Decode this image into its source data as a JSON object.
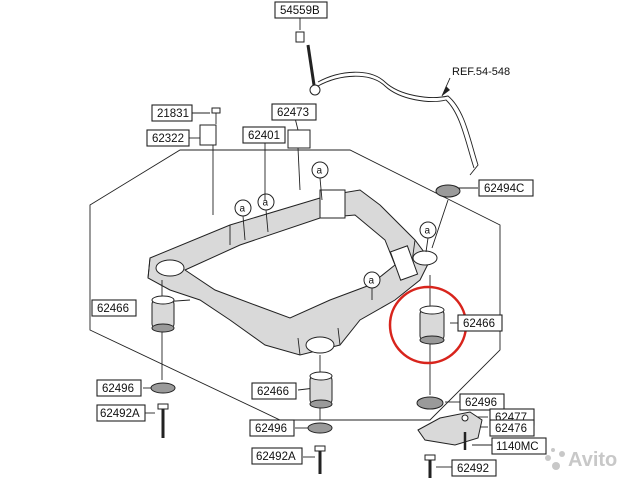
{
  "labels": {
    "p54559B": "54559B",
    "p21831": "21831",
    "p62322": "62322",
    "p62473": "62473",
    "p62401": "62401",
    "p62494C": "62494C",
    "p62466_left": "62466",
    "p62466_right": "62466",
    "p62466_bottom": "62466",
    "p62496_left": "62496",
    "p62496_bottom": "62496",
    "p62496_right": "62496",
    "p62492A_left": "62492A",
    "p62492A_bottom": "62492A",
    "p62477": "62477",
    "p62476": "62476",
    "p1140MC": "1140MC",
    "p62492": "62492"
  },
  "reference": "REF.54-548",
  "callout_letter": "a",
  "watermark": "Avito",
  "colors": {
    "highlight": "#d8241c",
    "line": "#222222"
  }
}
